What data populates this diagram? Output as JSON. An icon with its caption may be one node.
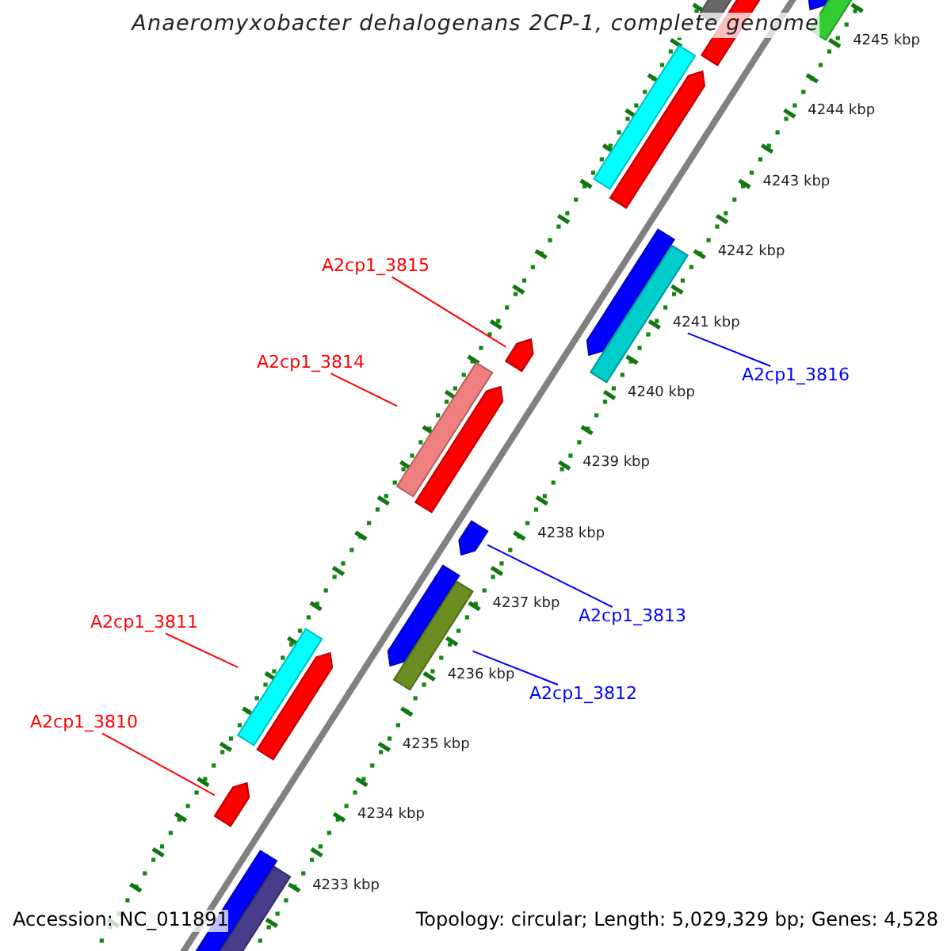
{
  "diagram": {
    "title": "Anaeromyxobacter dehalogenans 2CP-1, complete genome",
    "nodes": [
      {
        "text": [
          "A2cp1_3815"
        ]
      },
      {
        "text": [],
        "shape": "bar"
      },
      {
        "text": [
          "A2cp1_3814"
        ]
      },
      {
        "text": [],
        "shape": "bar"
      },
      {
        "text": [
          "A2cp1_3816"
        ]
      },
      {
        "text": [],
        "shape": "bar"
      },
      {
        "text": [
          "A2cp1_3813"
        ]
      },
      {
        "text": [],
        "shape": "bar"
      },
      {
        "text": [
          "A2cp1_3811"
        ]
      },
      {
        "text": [],
        "shape": "bar"
      },
      {
        "text": [
          "A2cp1_3812"
        ]
      },
      {
        "text": [],
        "shape": "bar"
      },
      {
        "text": [
          "A2cp1_3810"
        ]
      },
      {
        "text": [],
        "shape": "bar"
      }
    ],
    "edges": [
      {
        "from": 0,
        "to": 1,
        "arrow": "none"
      },
      {
        "from": 2,
        "to": 3,
        "arrow": "none"
      },
      {
        "from": 4,
        "to": 5,
        "arrow": "none",
        "color": "#0000ff"
      },
      {
        "from": 6,
        "to": 7,
        "arrow": "none",
        "color": "#0000ff"
      },
      {
        "from": 8,
        "to": 9,
        "arrow": "none"
      },
      {
        "from": 10,
        "to": 11,
        "arrow": "none",
        "color": "#0000ff"
      },
      {
        "from": 12,
        "to": 13,
        "arrow": "none"
      }
    ],
    "labels": [
      "4245 kbp",
      "4244 kbp",
      "4243 kbp",
      "4242 kbp",
      "4241 kbp",
      "4240 kbp",
      "4239 kbp",
      "4238 kbp",
      "4237 kbp",
      "4236 kbp",
      "4235 kbp",
      "4234 kbp",
      "4233 kbp",
      "Accession: NC_011891",
      "Topology: circular; Length: 5,029,329 bp; Genes: 4,528"
    ]
  }
}
